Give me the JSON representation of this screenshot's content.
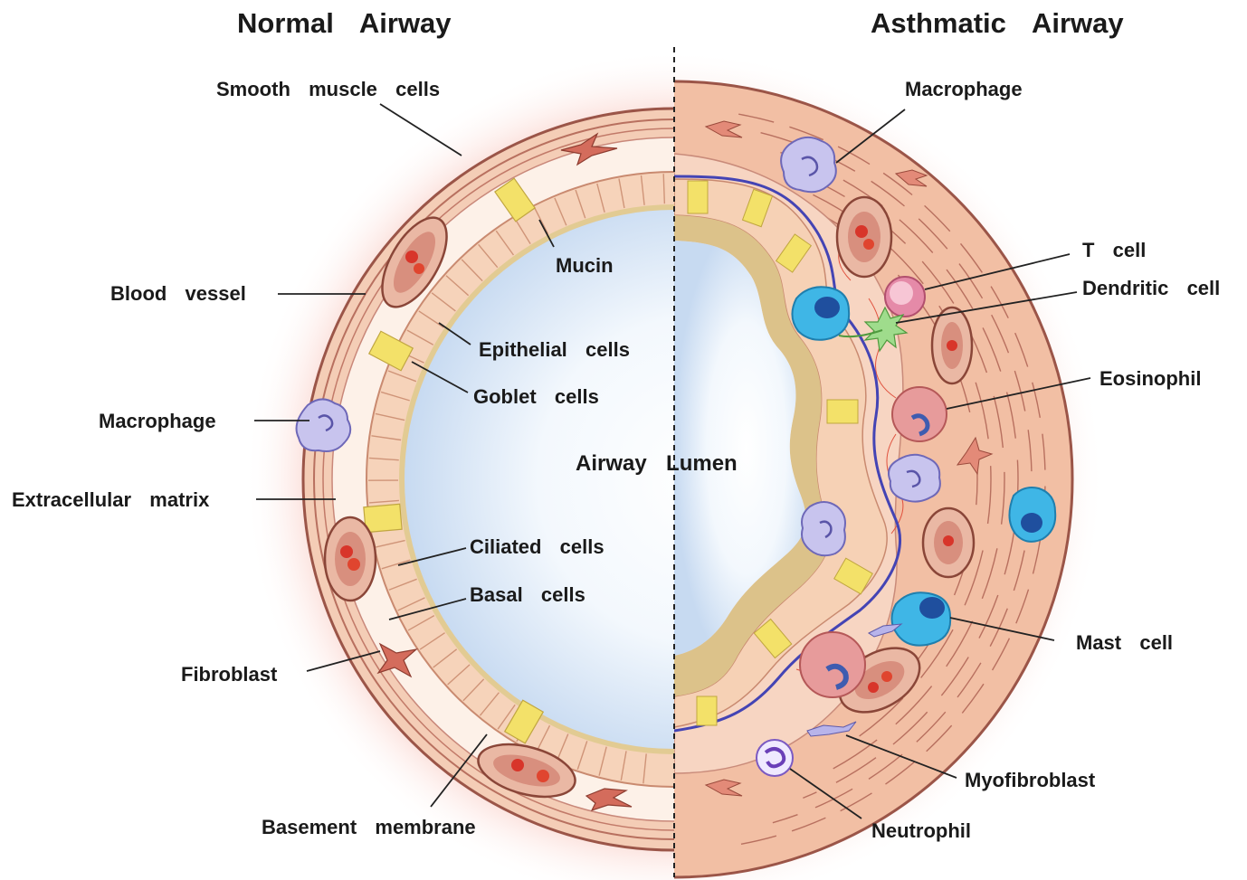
{
  "titles": {
    "normal": "Normal  Airway",
    "asthmatic": "Asthmatic  Airway"
  },
  "center_label": "Airway  Lumen",
  "normal_labels": {
    "smooth_muscle": "Smooth  muscle  cells",
    "blood_vessel": "Blood  vessel",
    "macrophage": "Macrophage",
    "extracellular_matrix": "Extracellular  matrix",
    "fibroblast": "Fibroblast",
    "basement_membrane": "Basement  membrane",
    "mucin": "Mucin",
    "epithelial_cells": "Epithelial  cells",
    "goblet_cells": "Goblet  cells",
    "ciliated_cells": "Ciliated  cells",
    "basal_cells": "Basal  cells"
  },
  "asthmatic_labels": {
    "macrophage": "Macrophage",
    "t_cell": "T  cell",
    "dendritic_cell": "Dendritic  cell",
    "eosinophil": "Eosinophil",
    "mast_cell": "Mast  cell",
    "myofibroblast": "Myofibroblast",
    "neutrophil": "Neutrophil"
  },
  "colors": {
    "glow": "#f7b7ad",
    "tissue": "#f2c2a4",
    "muscle_line": "#a85a4c",
    "matrix": "#fbeee4",
    "epithelium": "#f6d2b8",
    "mucin": "#dcc48a",
    "lumen_center": "#ffffff",
    "lumen_edge": "#c9dcf2",
    "goblet": "#f2e06a",
    "basement_line": "#4b4ab8",
    "macrophage": "#c8c4ee",
    "mast_cell": "#3fb6e6",
    "t_cell": "#e58aa8",
    "dendritic": "#9fdc8c",
    "eosinophil": "#e79b9b",
    "blood": "#d8352a",
    "label_text": "#1a1a1a"
  }
}
